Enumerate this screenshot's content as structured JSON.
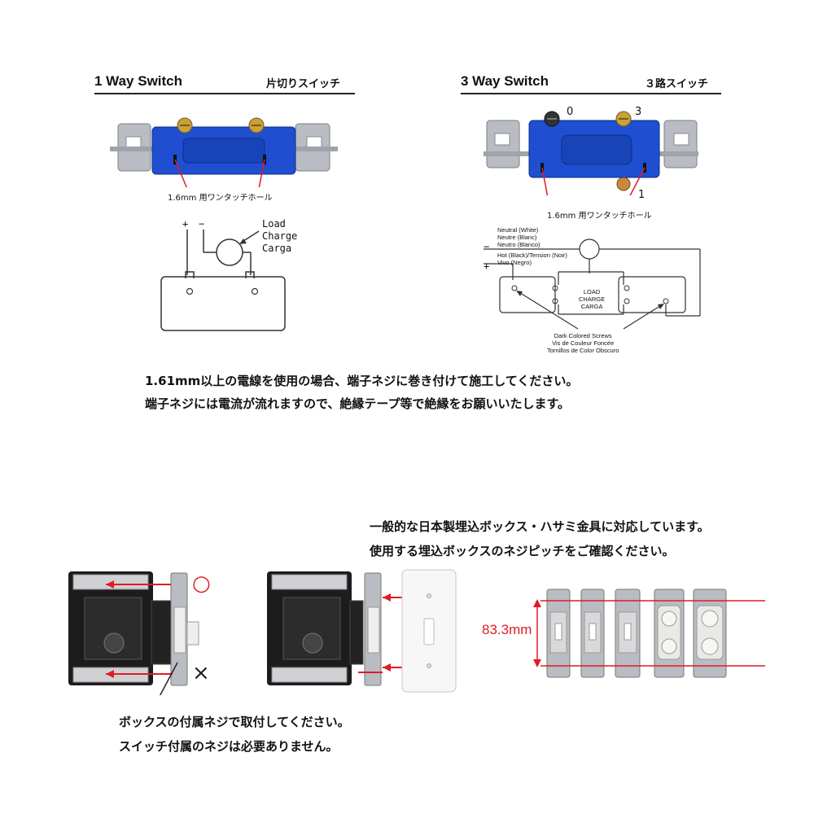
{
  "one_way": {
    "title": "1 Way Switch",
    "title_jp": "片切りスイッチ",
    "hole_label": "1.6mm 用ワンタッチホール",
    "plus": "+",
    "minus": "−",
    "load_lines": [
      "Load",
      "Charge",
      "Carga"
    ]
  },
  "three_way": {
    "title": "3 Way Switch",
    "title_jp": "３路スイッチ",
    "hole_label": "1.6mm 用ワンタッチホール",
    "terminal_labels": [
      "0",
      "3",
      "1"
    ],
    "neutral_lines": [
      "Neutral (White)",
      "Neutre (Blanc)",
      "Neutro (Blanco)"
    ],
    "hot_lines": [
      "Hot (Black)/Tension (Noir)",
      "Vivo (Negro)"
    ],
    "minus": "−",
    "plus": "+",
    "load_lines": [
      "LOAD",
      "CHARGE",
      "CARGA"
    ],
    "screws_lines": [
      "Dark Colored Screws",
      "Vis de Couleur Foncée",
      "Tornillos de Color Obscuro"
    ]
  },
  "notes": {
    "line1": "1.61mm以上の電線を使用の場合、端子ネジに巻き付けて施工してください。",
    "line2": "端子ネジには電流が流れますので、絶縁テープ等で絶縁をお願いいたします。"
  },
  "compat": {
    "line1": "一般的な日本製埋込ボックス・ハサミ金具に対応しています。",
    "line2": "使用する埋込ボックスのネジピッチをご確認ください。"
  },
  "mount": {
    "ok_mark": "○",
    "ng_mark": "×",
    "line1": "ボックスの付属ネジで取付してください。",
    "line2": "スイッチ付属のネジは必要ありません。"
  },
  "pitch": {
    "label": "83.3mm"
  },
  "colors": {
    "switch_blue": "#1f4fd0",
    "accent_red": "#e01b24",
    "brass": "#c9a13b",
    "metal": "#b9bcc2"
  }
}
